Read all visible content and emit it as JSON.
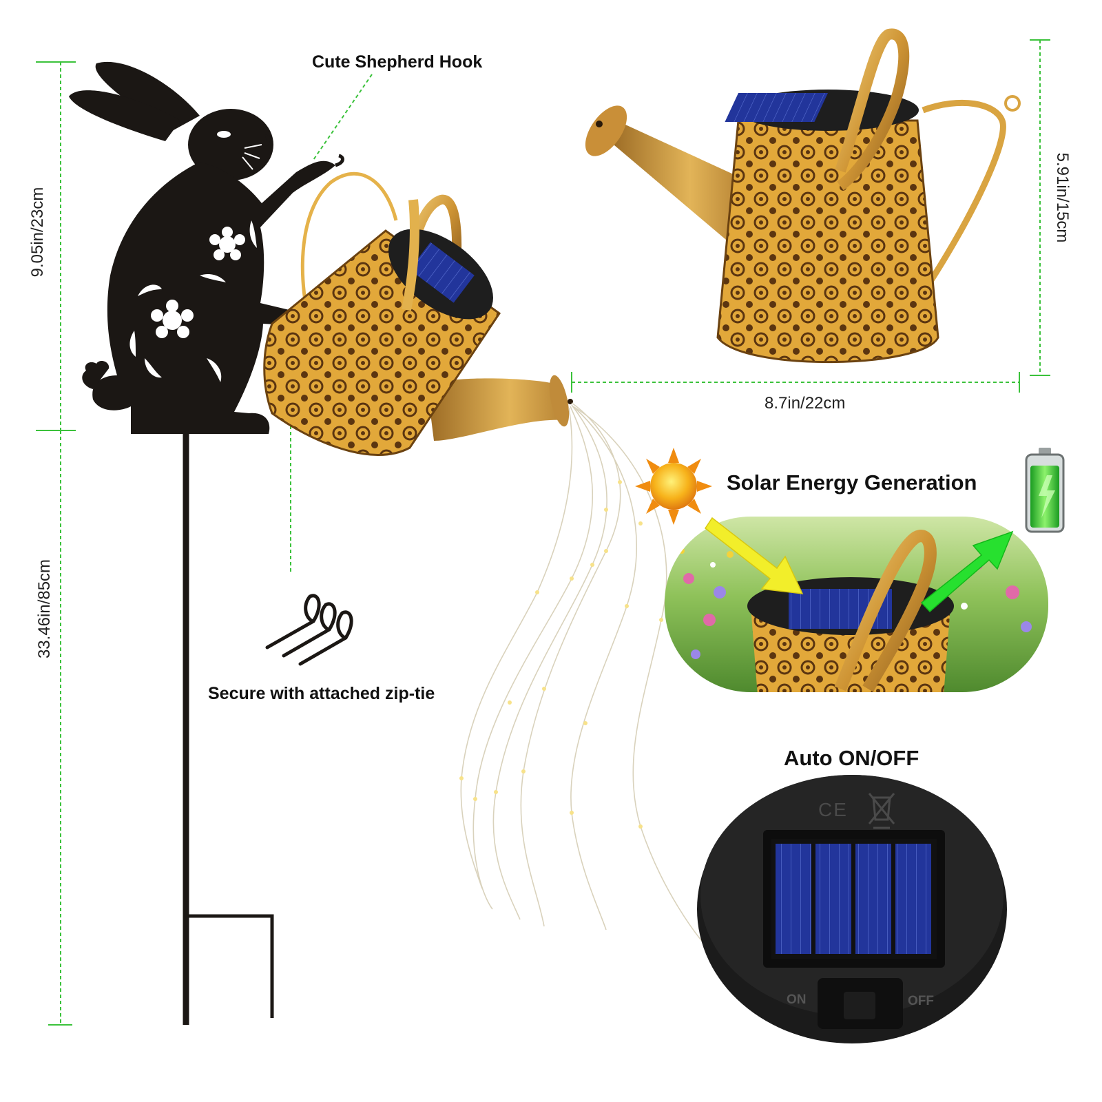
{
  "labels": {
    "hook": "Cute Shepherd Hook",
    "zip_tie": "Secure with attached zip-tie",
    "solar": "Solar Energy Generation",
    "auto": "Auto ON/OFF"
  },
  "dimensions": {
    "rabbit_height": "9.05in/23cm",
    "stake_height": "33.46in/85cm",
    "can_width": "8.7in/22cm",
    "can_height": "5.91in/15cm"
  },
  "switch": {
    "on": "ON",
    "off": "OFF"
  },
  "marks": {
    "ce": "CE"
  },
  "colors": {
    "dimension_line": "#3bc23b",
    "gold": "#d9a441",
    "rabbit": "#1b1714",
    "solar_panel": "#1d2f8f",
    "arrow_in": "#f2ee2a",
    "arrow_out": "#27e02f",
    "battery": "#4ee03a"
  },
  "icons": [
    "sun-icon",
    "battery-icon",
    "zip-tie-icon",
    "weee-bin-icon"
  ]
}
